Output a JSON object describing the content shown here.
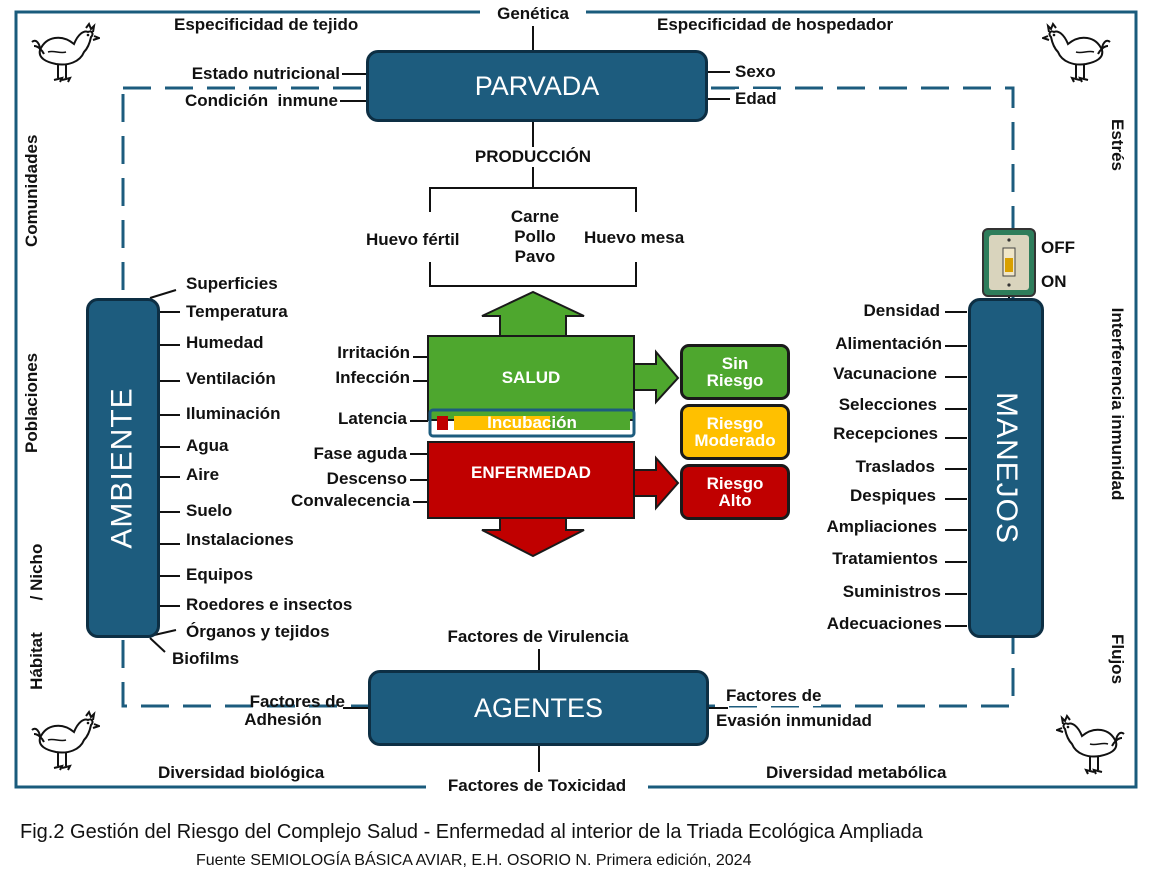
{
  "top_labels": {
    "genetica": "Genética",
    "especificidad_tejido": "Especificidad de tejido",
    "especificidad_hospedador": "Especificidad de hospedador"
  },
  "parvada": {
    "title": "PARVADA",
    "left_items": [
      "Estado nutricional",
      "Condición  inmune"
    ],
    "right_items": [
      "Sexo",
      "Edad"
    ]
  },
  "produccion": {
    "title": "PRODUCCIÓN",
    "huevo_fertil": "Huevo fértil",
    "carne": [
      "Carne",
      "Pollo",
      "Pavo"
    ],
    "huevo_mesa": "Huevo mesa"
  },
  "center": {
    "salud": "SALUD",
    "enfermedad": "ENFERMEDAD",
    "incubacion": "Incubación",
    "left_labels_top": [
      "Irritación",
      "Infección"
    ],
    "latencia": "Latencia",
    "left_labels_bottom": [
      "Fase aguda",
      "Descenso",
      "Convalecencia"
    ]
  },
  "risks": {
    "sin": [
      "Sin",
      "Riesgo"
    ],
    "moderado": [
      "Riesgo",
      "Moderado"
    ],
    "alto": [
      "Riesgo",
      "Alto"
    ]
  },
  "ambiente": {
    "title": "AMBIENTE",
    "items": [
      "Superficies",
      "Temperatura",
      "Humedad",
      "Ventilación",
      "Iluminación",
      "Agua",
      "Aire",
      "Suelo",
      "Instalaciones",
      "Equipos",
      "Roedores e insectos",
      "Órganos y tejidos",
      "Biofilms"
    ]
  },
  "manejos": {
    "title": "MANEJOS",
    "items": [
      "Densidad",
      "Alimentación",
      "Vacunacione",
      "Selecciones",
      "Recepciones",
      "Traslados",
      "Despiques",
      "Ampliaciones",
      "Tratamientos",
      "Suministros",
      "Adecuaciones"
    ]
  },
  "switch": {
    "off": "OFF",
    "on": "ON"
  },
  "agentes": {
    "title": "AGENTES",
    "virulencia": "Factores de Virulencia",
    "adhesion": [
      "Factores de",
      "Adhesión"
    ],
    "evasion": [
      "Factores de",
      "Evasión inmunidad"
    ],
    "toxicidad": "Factores de Toxicidad"
  },
  "bottom_labels": {
    "diversidad_biologica": "Diversidad biológica",
    "diversidad_metabolica": "Diversidad metabólica"
  },
  "side_labels": {
    "comunidades": "Comunidades",
    "poblaciones": "Poblaciones",
    "habitat": "Hábitat",
    "nicho": "/ Nicho",
    "estres": "Estrés",
    "interferencia": "Interferencia inmunidad",
    "flujos": "Flujos"
  },
  "caption": {
    "fig_number": "Fig.2",
    "title": "Gestión del Riesgo del Complejo Salud - Enfermedad al interior de la Triada Ecológica Ampliada",
    "source": "Fuente SEMIOLOGÍA BÁSICA AVIAR, E.H. OSORIO N. Primera edición, 2024"
  },
  "colors": {
    "box_blue": "#1d5c7e",
    "salud_green": "#4ea72e",
    "enfermedad_red": "#c00000",
    "moderado_yellow": "#ffc000"
  },
  "icons": [
    "hen-icon",
    "hen-icon",
    "hen-icon",
    "hen-icon",
    "light-switch-icon"
  ]
}
